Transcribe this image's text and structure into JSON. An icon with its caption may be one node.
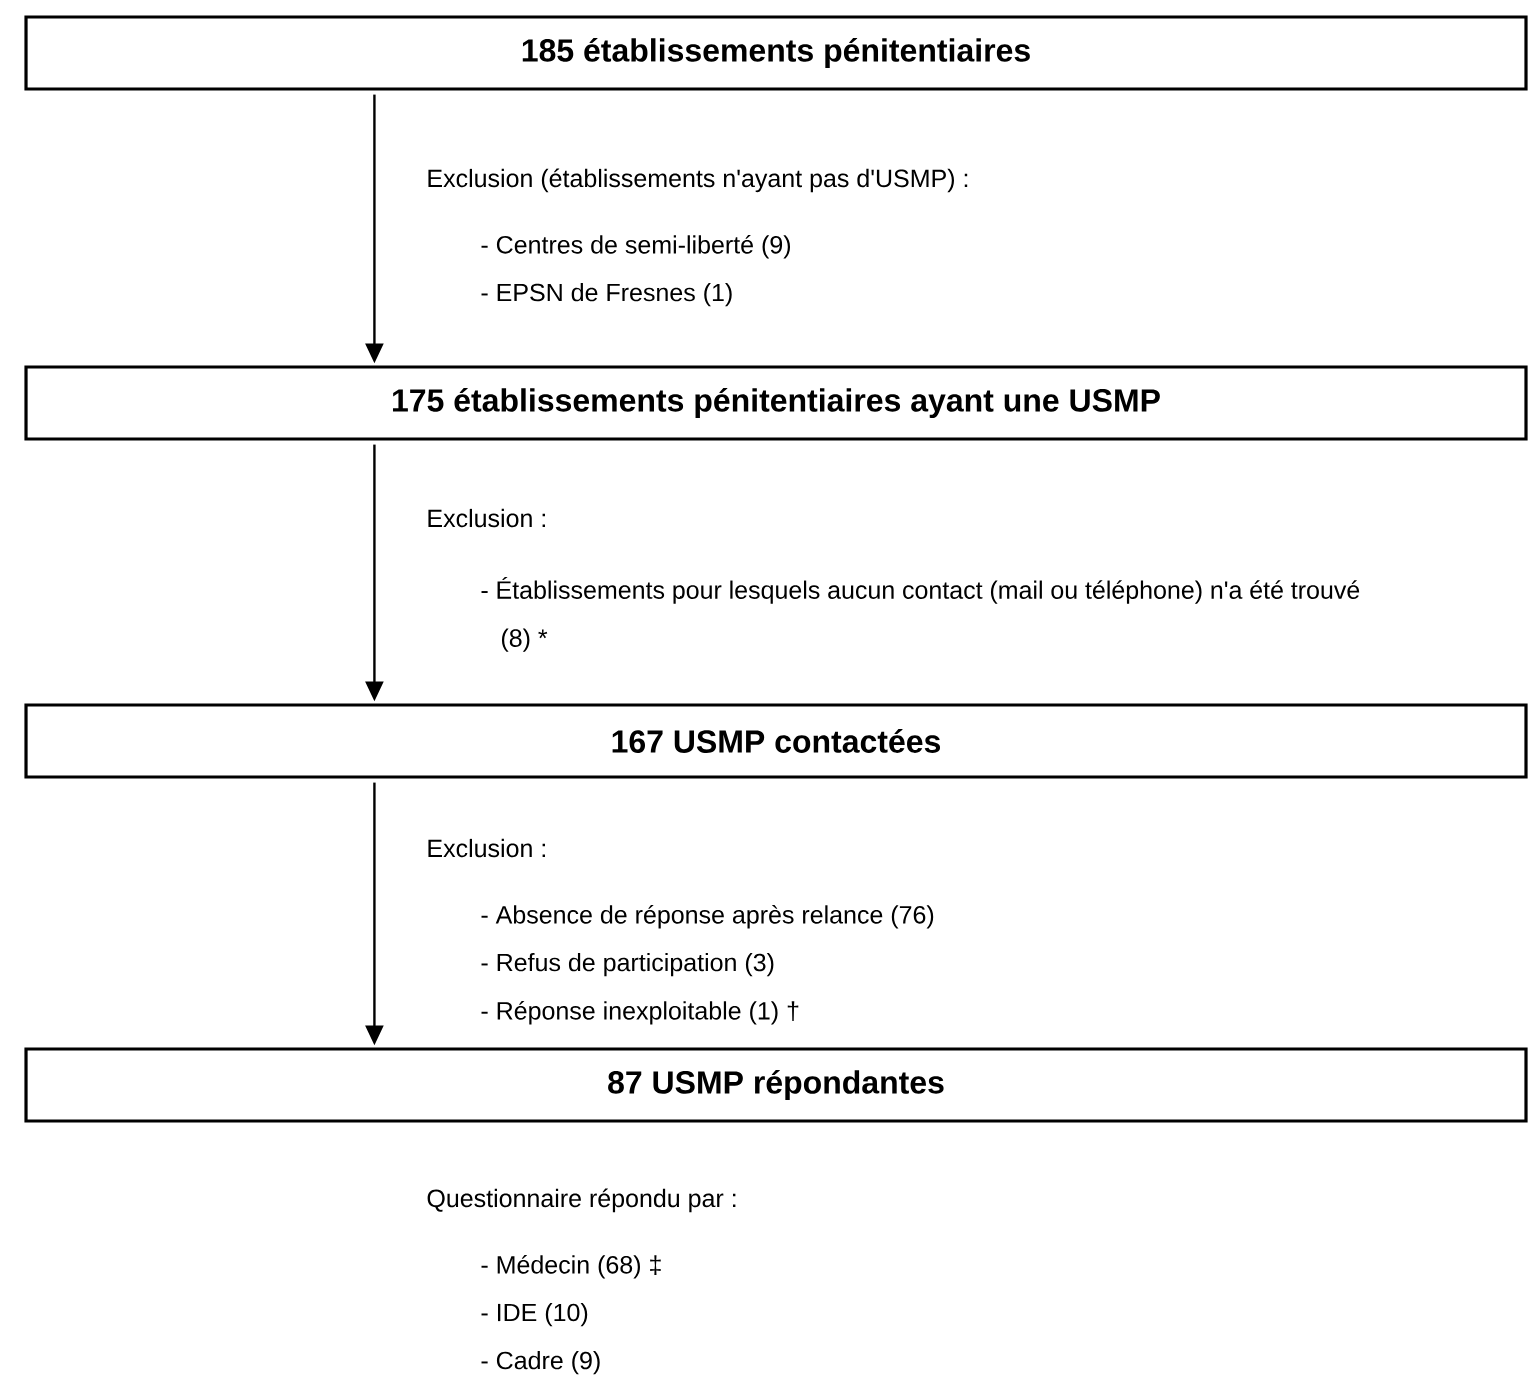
{
  "diagram": {
    "nodes": [
      {
        "text": [
          "185 établissements pénitentiaires"
        ]
      },
      {
        "text": [
          "175 établissements pénitentiaires ayant une USMP"
        ]
      },
      {
        "text": [
          "167 USMP contactées"
        ]
      },
      {
        "text": [
          "87 USMP répondantes"
        ]
      }
    ],
    "edges": [
      {
        "from": 0,
        "to": 1,
        "arrow": "to"
      },
      {
        "from": 1,
        "to": 2,
        "arrow": "to"
      },
      {
        "from": 2,
        "to": 3,
        "arrow": "to"
      }
    ],
    "labels": [
      "Exclusion (établissements n'ayant pas d'USMP) :",
      "- Centres de semi-liberté (9)",
      "- EPSN de Fresnes (1)",
      "Exclusion :",
      "- Établissements pour lesquels aucun contact (mail ou téléphone) n'a été trouvé (8) *",
      "Exclusion :",
      "- Absence de réponse après relance (76)",
      "- Refus de participation (3)",
      "- Réponse inexploitable (1) †",
      "Questionnaire répondu par :",
      "- Médecin (68) ‡",
      "- IDE (10)",
      "- Cadre (9)"
    ]
  }
}
